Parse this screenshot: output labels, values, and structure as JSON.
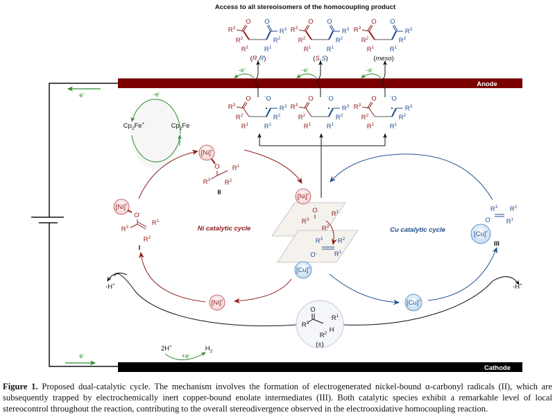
{
  "title": "Access to all stereoisomers of the homocoupling product",
  "electrodes": {
    "anode": "Anode",
    "cathode": "Cathode"
  },
  "electron": "e",
  "minus_e": "-e",
  "plus_e": "+e",
  "mediator": {
    "oxidized": "Cp2Fe+",
    "reduced": "Cp2Fe"
  },
  "products": [
    {
      "label_parts": [
        "(",
        "R",
        ",",
        "R",
        ")"
      ],
      "stereo": "R,R"
    },
    {
      "label_parts": [
        "(",
        "S",
        ",",
        "S",
        ")"
      ],
      "stereo": "S,S"
    },
    {
      "label_parts": [
        "(",
        "meso",
        ")"
      ],
      "stereo": "meso"
    }
  ],
  "groups": {
    "r1": "R",
    "r2": "R",
    "r3": "R",
    "o": "O",
    "h": "H"
  },
  "catalysts": {
    "ni": "[Ni]*",
    "cu": "[Cu]*"
  },
  "intermediates": {
    "i": "I",
    "ii": "II",
    "iii": "III"
  },
  "cycles": {
    "ni": "Ni catalytic cycle",
    "cu": "Cu catalytic cycle"
  },
  "proton_loss": "-H+",
  "cathode_reaction": {
    "reactant": "2H+",
    "product": "H2"
  },
  "substrate_label": "(±)",
  "colors": {
    "anode": "#7a0000",
    "cathode": "#000000",
    "ni": "#8b1a1a",
    "cu": "#1f4e8c",
    "electron": "#2e8b2e"
  },
  "caption": {
    "label": "Figure 1.",
    "text": " Proposed dual-catalytic cycle. The mechanism involves the formation of electrogenerated nickel-bound α-carbonyl radicals (II), which are subsequently trapped by electrochemically inert copper-bound enolate intermediates (III). Both catalytic species exhibit a remarkable level of local stereocontrol throughout the reaction, contributing to the overall stereodivergence observed in the electrooxidative homocoupling reaction."
  }
}
